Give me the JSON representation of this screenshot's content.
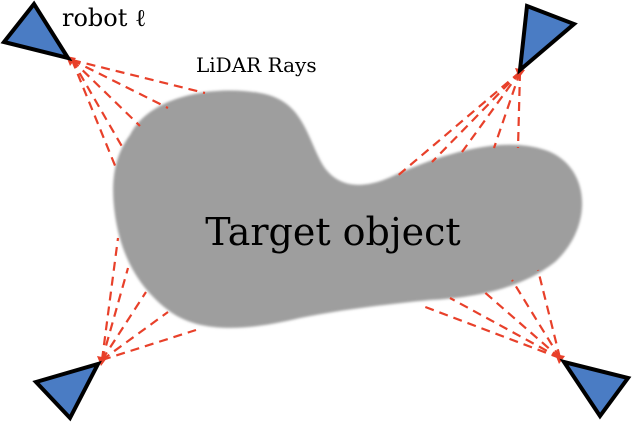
{
  "labels": {
    "robot": "robot ℓ",
    "lidar": "LiDAR Rays",
    "target": "Target object"
  },
  "colors": {
    "robot_fill": "#4a7cc4",
    "robot_outline": "#000000",
    "ray": "#e8402a",
    "target_fill": "#9e9e9e"
  },
  "robots": [
    {
      "position": "top-left"
    },
    {
      "position": "top-right"
    },
    {
      "position": "bottom-left"
    },
    {
      "position": "bottom-right"
    }
  ]
}
